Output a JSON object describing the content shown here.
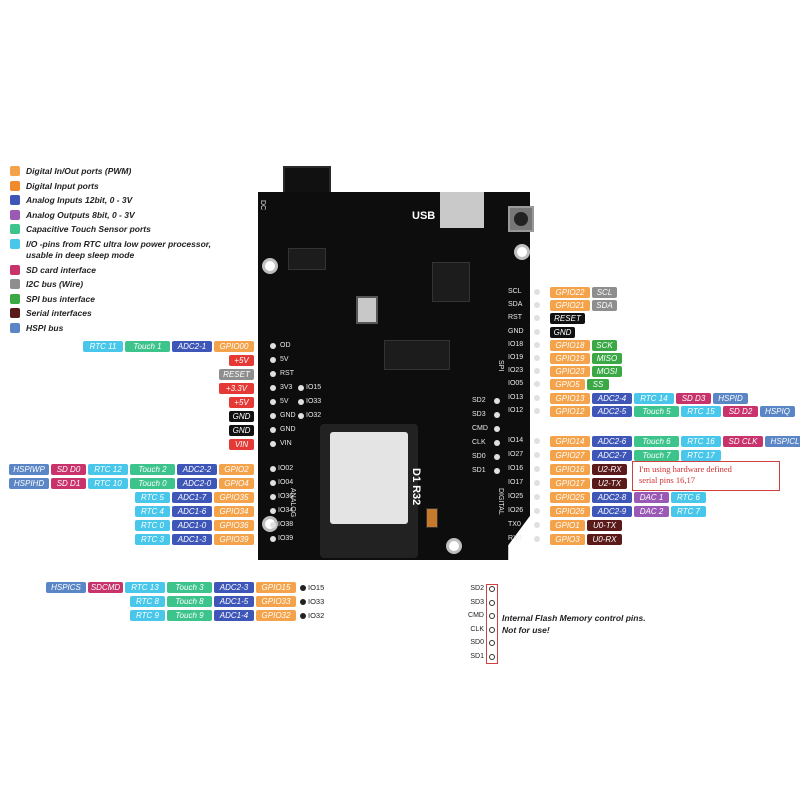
{
  "colors": {
    "gpio": "#f5a34b",
    "adc": "#3e56b8",
    "touch": "#3dc38c",
    "rtc": "#49c7ea",
    "power": "#e53935",
    "i2c": "#8e8e8e",
    "ground": "#111111",
    "sd": "#c9336b",
    "spi": "#3aa845",
    "dac": "#9b59b6",
    "serial": "#5a1a1a",
    "hspi": "#5b86c5"
  },
  "legend": [
    {
      "label": "Digital In/Out ports (PWM)",
      "color": "#f5a34b"
    },
    {
      "label": "Digital Input ports",
      "color": "#f08a2c"
    },
    {
      "label": "Analog Inputs 12bit, 0 - 3V",
      "color": "#3e56b8"
    },
    {
      "label": "Analog Outputs 8bit, 0 - 3V",
      "color": "#9b59b6"
    },
    {
      "label": "Capacitive Touch Sensor ports",
      "color": "#3dc38c"
    },
    {
      "label": "I/O -pins from RTC ultra low power processor,",
      "label2": "usable in deep sleep mode",
      "color": "#49c7ea"
    },
    {
      "label": "SD card interface",
      "color": "#c9336b"
    },
    {
      "label": "I2C bus (Wire)",
      "color": "#8e8e8e"
    },
    {
      "label": "SPI bus interface",
      "color": "#3aa845"
    },
    {
      "label": "Serial interfaces",
      "color": "#5a1a1a"
    },
    {
      "label": "HSPI bus",
      "color": "#5b86c5"
    }
  ],
  "board": {
    "usb_label": "USB",
    "dc_label": "DC",
    "name": "D1 R32",
    "spi_label": "SPI",
    "analog_label": "ANALOG",
    "digital_label": "DIGITAL",
    "left_pins": [
      "OD",
      "5V",
      "RST",
      "3V3",
      "5V",
      "GND",
      "GND",
      "VIN"
    ],
    "left_io": [
      "IO15",
      "IO33",
      "IO32"
    ],
    "analog_pins": [
      "IO02",
      "IO04",
      "IO36",
      "IO34",
      "IO38",
      "IO39"
    ],
    "right_pins_top": [
      "SCL",
      "SDA",
      "RST",
      "GND",
      "IO18",
      "IO19",
      "IO23",
      "IO05",
      "IO13",
      "IO12"
    ],
    "right_sd": [
      "SD2",
      "SD3",
      "CMD",
      "CLK",
      "SD0",
      "SD1"
    ],
    "right_pins_bottom": [
      "IO14",
      "IO27",
      "IO16",
      "IO17",
      "IO25",
      "IO26",
      "TX0",
      "RX0"
    ]
  },
  "left_rows": [
    {
      "tags": [
        {
          "t": "RTC 11",
          "c": "rtc"
        },
        {
          "t": "Touch 1",
          "c": "touch"
        },
        {
          "t": "ADC2-1",
          "c": "adc"
        },
        {
          "t": "GPIO00",
          "c": "gpio"
        }
      ]
    },
    {
      "tags": [
        {
          "t": "+5V",
          "c": "red"
        }
      ]
    },
    {
      "tags": [
        {
          "t": "RESET",
          "c": "gray"
        }
      ]
    },
    {
      "tags": [
        {
          "t": "+3.3V",
          "c": "red"
        }
      ]
    },
    {
      "tags": [
        {
          "t": "+5V",
          "c": "red"
        }
      ]
    },
    {
      "tags": [
        {
          "t": "GND",
          "c": "black"
        }
      ]
    },
    {
      "tags": [
        {
          "t": "GND",
          "c": "black"
        }
      ]
    },
    {
      "tags": [
        {
          "t": "VIN",
          "c": "red"
        }
      ]
    }
  ],
  "analog_rows": [
    {
      "tags": [
        {
          "t": "HSPIWP",
          "c": "hspi"
        },
        {
          "t": "SD D0",
          "c": "sd"
        },
        {
          "t": "RTC 12",
          "c": "rtc"
        },
        {
          "t": "Touch 2",
          "c": "touch"
        },
        {
          "t": "ADC2-2",
          "c": "adc"
        },
        {
          "t": "GPIO2",
          "c": "gpio"
        }
      ]
    },
    {
      "tags": [
        {
          "t": "HSPIHD",
          "c": "hspi"
        },
        {
          "t": "SD D1",
          "c": "sd"
        },
        {
          "t": "RTC 10",
          "c": "rtc"
        },
        {
          "t": "Touch 0",
          "c": "touch"
        },
        {
          "t": "ADC2-0",
          "c": "adc"
        },
        {
          "t": "GPIO4",
          "c": "gpio"
        }
      ]
    },
    {
      "tags": [
        {
          "t": "RTC 5",
          "c": "rtc"
        },
        {
          "t": "ADC1-7",
          "c": "adc"
        },
        {
          "t": "GPIO35",
          "c": "gpio"
        }
      ]
    },
    {
      "tags": [
        {
          "t": "RTC 4",
          "c": "rtc"
        },
        {
          "t": "ADC1-6",
          "c": "adc"
        },
        {
          "t": "GPIO34",
          "c": "gpio"
        }
      ]
    },
    {
      "tags": [
        {
          "t": "RTC 0",
          "c": "rtc"
        },
        {
          "t": "ADC1-0",
          "c": "adc"
        },
        {
          "t": "GPIO36",
          "c": "gpio"
        }
      ]
    },
    {
      "tags": [
        {
          "t": "RTC 3",
          "c": "rtc"
        },
        {
          "t": "ADC1-3",
          "c": "adc"
        },
        {
          "t": "GPIO39",
          "c": "gpio"
        }
      ]
    }
  ],
  "bottom_rows": [
    {
      "pin": "IO15",
      "tags": [
        {
          "t": "HSPICS",
          "c": "hspi"
        },
        {
          "t": "SDCMD",
          "c": "sd"
        },
        {
          "t": "RTC 13",
          "c": "rtc"
        },
        {
          "t": "Touch 3",
          "c": "touch"
        },
        {
          "t": "ADC2-3",
          "c": "adc"
        },
        {
          "t": "GPIO15",
          "c": "gpio"
        }
      ]
    },
    {
      "pin": "IO33",
      "tags": [
        {
          "t": "RTC 8",
          "c": "rtc"
        },
        {
          "t": "Touch 8",
          "c": "touch"
        },
        {
          "t": "ADC1-5",
          "c": "adc"
        },
        {
          "t": "GPIO33",
          "c": "gpio"
        }
      ]
    },
    {
      "pin": "IO32",
      "tags": [
        {
          "t": "RTC 9",
          "c": "rtc"
        },
        {
          "t": "Touch 9",
          "c": "touch"
        },
        {
          "t": "ADC1-4",
          "c": "adc"
        },
        {
          "t": "GPIO32",
          "c": "gpio"
        }
      ]
    }
  ],
  "right_top_rows": [
    {
      "tags": [
        {
          "t": "GPIO22",
          "c": "gpio"
        },
        {
          "t": "SCL",
          "c": "gray"
        }
      ]
    },
    {
      "tags": [
        {
          "t": "GPIO21",
          "c": "gpio"
        },
        {
          "t": "SDA",
          "c": "gray"
        }
      ]
    },
    {
      "tags": [
        {
          "t": "RESET",
          "c": "black"
        }
      ]
    },
    {
      "tags": [
        {
          "t": "GND",
          "c": "black"
        }
      ]
    },
    {
      "tags": [
        {
          "t": "GPIO18",
          "c": "gpio"
        },
        {
          "t": "SCK",
          "c": "spi"
        }
      ]
    },
    {
      "tags": [
        {
          "t": "GPIO19",
          "c": "gpio"
        },
        {
          "t": "MISO",
          "c": "spi"
        }
      ]
    },
    {
      "tags": [
        {
          "t": "GPIO23",
          "c": "gpio"
        },
        {
          "t": "MOSI",
          "c": "spi"
        }
      ]
    },
    {
      "tags": [
        {
          "t": "GPIO5",
          "c": "gpio"
        },
        {
          "t": "SS",
          "c": "spi"
        }
      ]
    },
    {
      "tags": [
        {
          "t": "GPIO13",
          "c": "gpio"
        },
        {
          "t": "ADC2-4",
          "c": "adc"
        },
        {
          "t": "RTC 14",
          "c": "rtc"
        },
        {
          "t": "SD D3",
          "c": "sd"
        },
        {
          "t": "HSPID",
          "c": "hspi"
        }
      ]
    },
    {
      "tags": [
        {
          "t": "GPIO12",
          "c": "gpio"
        },
        {
          "t": "ADC2-5",
          "c": "adc"
        },
        {
          "t": "Touch 5",
          "c": "touch"
        },
        {
          "t": "RTC 15",
          "c": "rtc"
        },
        {
          "t": "SD D2",
          "c": "sd"
        },
        {
          "t": "HSPIQ",
          "c": "hspi"
        }
      ]
    }
  ],
  "right_bottom_rows": [
    {
      "tags": [
        {
          "t": "GPIO14",
          "c": "gpio"
        },
        {
          "t": "ADC2-6",
          "c": "adc"
        },
        {
          "t": "Touch 6",
          "c": "touch"
        },
        {
          "t": "RTC 16",
          "c": "rtc"
        },
        {
          "t": "SD CLK",
          "c": "sd"
        },
        {
          "t": "HSPICL",
          "c": "hspi"
        }
      ]
    },
    {
      "tags": [
        {
          "t": "GPIO27",
          "c": "gpio"
        },
        {
          "t": "ADC2-7",
          "c": "adc"
        },
        {
          "t": "Touch 7",
          "c": "touch"
        },
        {
          "t": "RTC 17",
          "c": "rtc"
        }
      ]
    },
    {
      "tags": [
        {
          "t": "GPIO16",
          "c": "gpio"
        },
        {
          "t": "U2-RX",
          "c": "serial"
        }
      ]
    },
    {
      "tags": [
        {
          "t": "GPIO17",
          "c": "gpio"
        },
        {
          "t": "U2-TX",
          "c": "serial"
        }
      ]
    },
    {
      "tags": [
        {
          "t": "GPIO25",
          "c": "gpio"
        },
        {
          "t": "ADC2-8",
          "c": "adc"
        },
        {
          "t": "DAC 1",
          "c": "dac"
        },
        {
          "t": "RTC 6",
          "c": "rtc"
        }
      ]
    },
    {
      "tags": [
        {
          "t": "GPIO26",
          "c": "gpio"
        },
        {
          "t": "ADC2-9",
          "c": "adc"
        },
        {
          "t": "DAC 2",
          "c": "dac"
        },
        {
          "t": "RTC 7",
          "c": "rtc"
        }
      ]
    },
    {
      "tags": [
        {
          "t": "GPIO1",
          "c": "gpio"
        },
        {
          "t": "U0-TX",
          "c": "serial"
        }
      ]
    },
    {
      "tags": [
        {
          "t": "GPIO3",
          "c": "gpio"
        },
        {
          "t": "U0-RX",
          "c": "serial"
        }
      ]
    }
  ],
  "note": {
    "line1": "I'm using hardware defined",
    "line2": "serial pins 16,17"
  },
  "flash": {
    "pins": [
      "SD2",
      "SD3",
      "CMD",
      "CLK",
      "SD0",
      "SD1"
    ],
    "note_line1": "Internal Flash Memory control pins.",
    "note_line2": "Not for use!"
  }
}
